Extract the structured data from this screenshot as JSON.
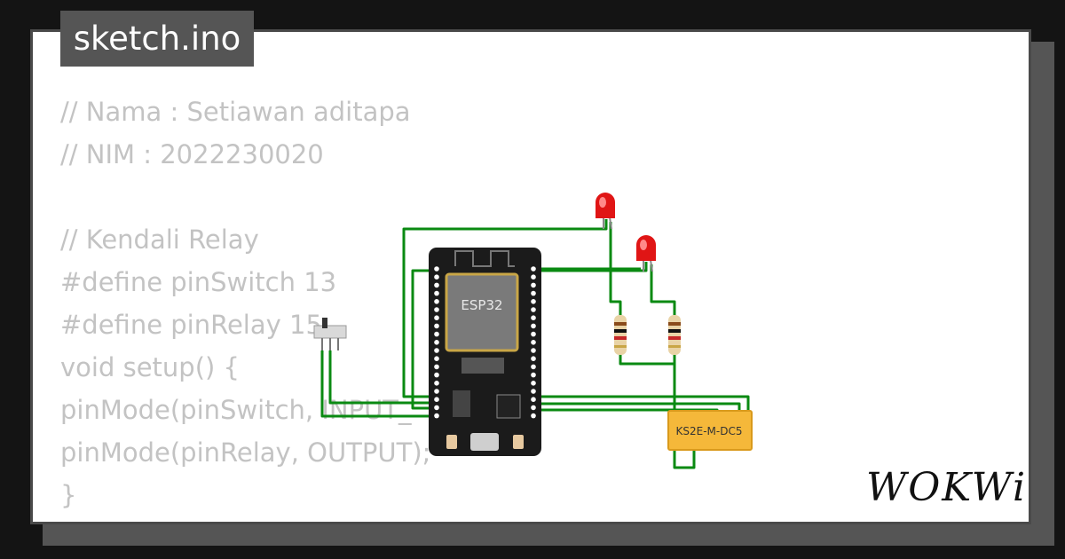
{
  "file": {
    "name": "sketch.ino"
  },
  "code": {
    "lines": [
      "// Nama : Setiawan aditapa",
      "// NIM : 2022230020",
      "",
      "// Kendali Relay",
      "#define pinSwitch 13",
      "#define pinRelay 15",
      "void setup() {",
      "pinMode(pinSwitch, INPUT_",
      "pinMode(pinRelay, OUTPUT);",
      "}"
    ]
  },
  "components": {
    "esp32_label": "ESP32",
    "relay_label": "KS2E-M-DC5"
  },
  "brand": {
    "name": "WOKWi"
  },
  "colors": {
    "wire": "#0a8a12",
    "board": "#1b1b1b",
    "relay": "#f5b83a",
    "led": "#e01515",
    "code_text": "#c3c3c3"
  }
}
